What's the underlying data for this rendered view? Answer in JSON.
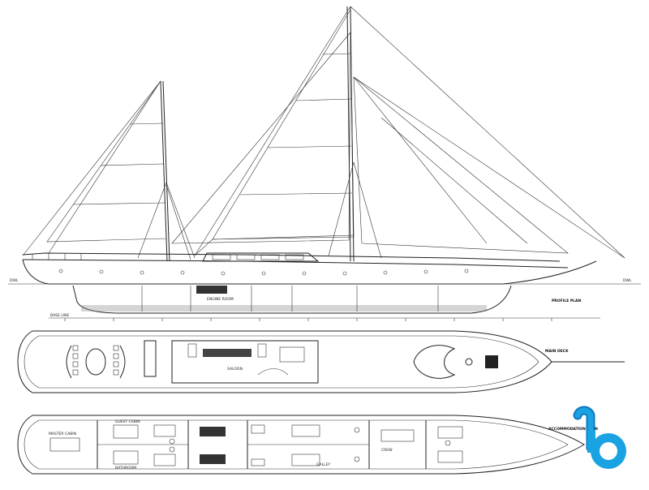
{
  "drawing": {
    "waterline_left": "DWL",
    "waterline_right": "DWL",
    "base_line": "BASE LINE",
    "profile_label": "PROFILE PLAN",
    "main_deck_label": "MAIN DECK",
    "accommodation_label": "ACCOMMODATION PLAN",
    "engine_room_label": "ENGINE ROOM",
    "saloon_label": "SALOON",
    "galley_label": "GALLEY",
    "crew_label": "CREW",
    "cabin_label": "GUEST CABIN",
    "master_label": "MASTER CABIN",
    "bathroom_label": "BATHROOM"
  },
  "logo": {
    "letter": "b",
    "colors": {
      "primary": "#1aa3e3",
      "dark": "#0b78bf",
      "white": "#ffffff"
    }
  }
}
